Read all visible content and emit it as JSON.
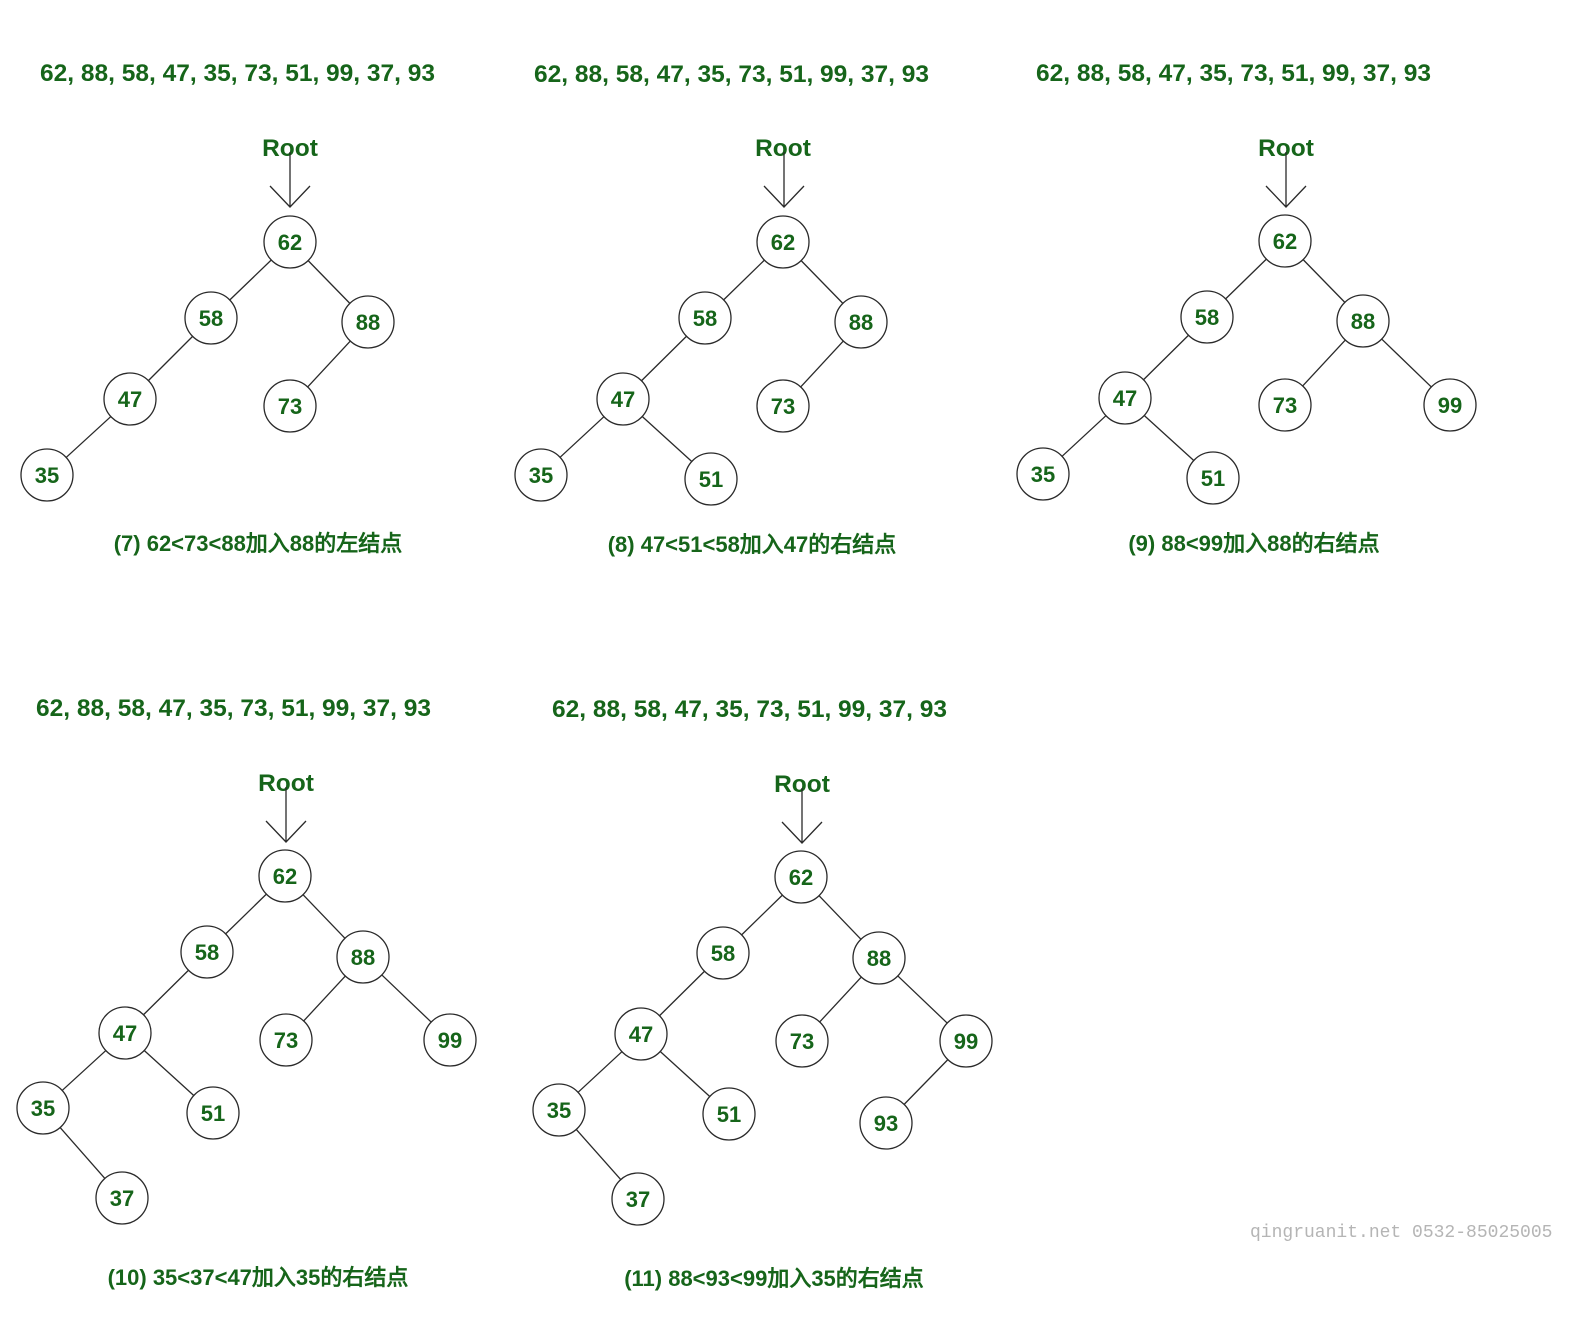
{
  "colors": {
    "background": "#ffffff",
    "text": "#16651a",
    "stroke": "#2a2a2a",
    "watermark": "#b5b5b5"
  },
  "panels": [
    {
      "sequence": "62, 88, 58, 47, 35, 73, 51, 99, 37, 93",
      "root_label": "Root",
      "caption": "(7) 62<73<88加入88的左结点",
      "nodes": [
        {
          "value": "62",
          "parent": null
        },
        {
          "value": "88",
          "parent": 0
        },
        {
          "value": "58",
          "parent": 0
        },
        {
          "value": "47",
          "parent": 2
        },
        {
          "value": "35",
          "parent": 3
        },
        {
          "value": "73",
          "parent": 1
        }
      ]
    },
    {
      "sequence": "62, 88, 58, 47, 35, 73, 51, 99, 37, 93",
      "root_label": "Root",
      "caption": "(8) 47<51<58加入47的右结点",
      "nodes": [
        {
          "value": "62",
          "parent": null
        },
        {
          "value": "88",
          "parent": 0
        },
        {
          "value": "58",
          "parent": 0
        },
        {
          "value": "47",
          "parent": 2
        },
        {
          "value": "35",
          "parent": 3
        },
        {
          "value": "73",
          "parent": 1
        },
        {
          "value": "51",
          "parent": 3
        }
      ]
    },
    {
      "sequence": "62, 88, 58, 47, 35, 73, 51, 99, 37, 93",
      "root_label": "Root",
      "caption": "(9) 88<99加入88的右结点",
      "nodes": [
        {
          "value": "62",
          "parent": null
        },
        {
          "value": "88",
          "parent": 0
        },
        {
          "value": "58",
          "parent": 0
        },
        {
          "value": "47",
          "parent": 2
        },
        {
          "value": "35",
          "parent": 3
        },
        {
          "value": "73",
          "parent": 1
        },
        {
          "value": "51",
          "parent": 3
        },
        {
          "value": "99",
          "parent": 1
        }
      ]
    },
    {
      "sequence": "62, 88, 58, 47, 35, 73, 51, 99, 37, 93",
      "root_label": "Root",
      "caption": "(10) 35<37<47加入35的右结点",
      "nodes": [
        {
          "value": "62",
          "parent": null
        },
        {
          "value": "88",
          "parent": 0
        },
        {
          "value": "58",
          "parent": 0
        },
        {
          "value": "47",
          "parent": 2
        },
        {
          "value": "35",
          "parent": 3
        },
        {
          "value": "73",
          "parent": 1
        },
        {
          "value": "51",
          "parent": 3
        },
        {
          "value": "99",
          "parent": 1
        },
        {
          "value": "37",
          "parent": 4
        }
      ]
    },
    {
      "sequence": "62, 88, 58, 47, 35, 73, 51, 99, 37, 93",
      "root_label": "Root",
      "caption": "(11) 88<93<99加入35的右结点",
      "nodes": [
        {
          "value": "62",
          "parent": null
        },
        {
          "value": "88",
          "parent": 0
        },
        {
          "value": "58",
          "parent": 0
        },
        {
          "value": "47",
          "parent": 2
        },
        {
          "value": "35",
          "parent": 3
        },
        {
          "value": "73",
          "parent": 1
        },
        {
          "value": "51",
          "parent": 3
        },
        {
          "value": "99",
          "parent": 1
        },
        {
          "value": "37",
          "parent": 4
        },
        {
          "value": "93",
          "parent": 7
        }
      ]
    }
  ],
  "watermark": "qingruanit.net 0532-85025005"
}
